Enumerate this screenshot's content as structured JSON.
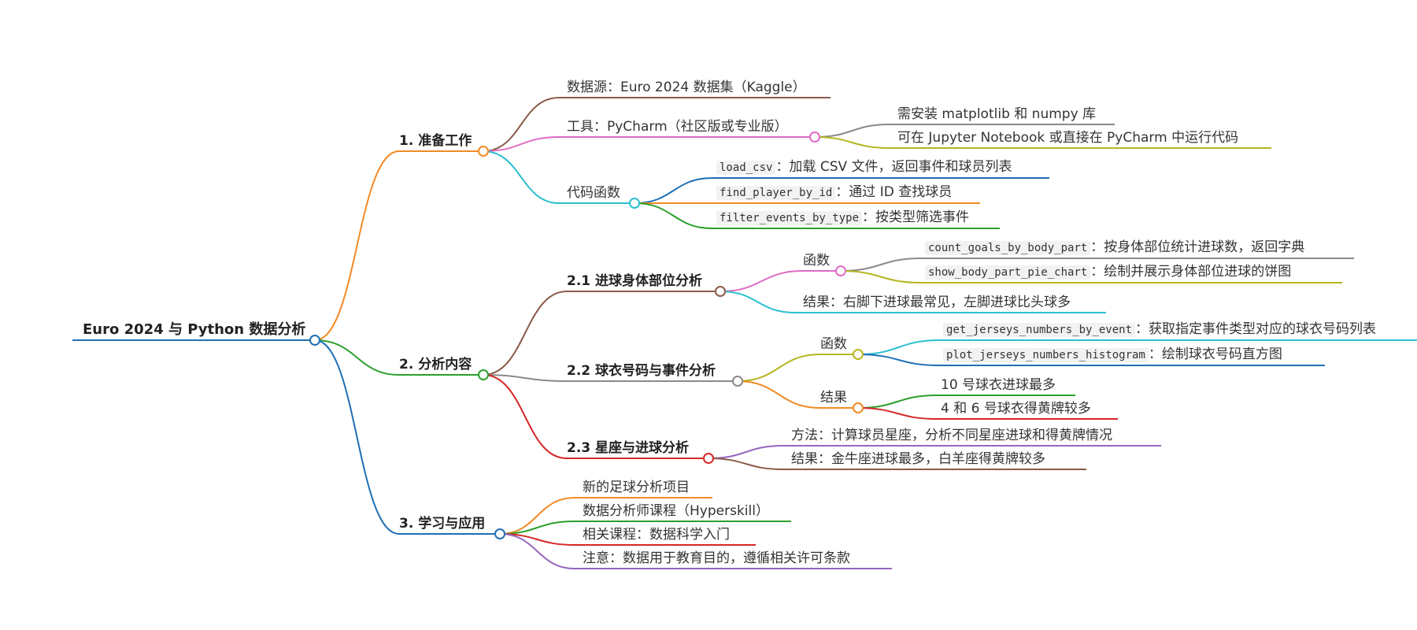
{
  "root": {
    "id": "root",
    "text": "Euro 2024 与 Python 数据分析",
    "color": "#1f6fb5"
  },
  "branches": [
    {
      "id": "b1",
      "text": "1. 准备工作",
      "color": "#f28a24",
      "children": [
        {
          "id": "b1c1",
          "text": "数据源：Euro 2024 数据集（Kaggle）",
          "color": "#8b5a4a"
        },
        {
          "id": "b1c2",
          "text": "工具：PyCharm（社区版或专业版）",
          "color": "#e06bc4",
          "children": [
            {
              "id": "b1c2a",
              "text": "需安装 matplotlib 和 numpy 库",
              "color": "#8a8a8a"
            },
            {
              "id": "b1c2b",
              "text": "可在 Jupyter Notebook 或直接在 PyCharm 中运行代码",
              "color": "#b5b520"
            }
          ]
        },
        {
          "id": "b1c3",
          "text": "代码函数",
          "color": "#2bbfd0",
          "children": [
            {
              "id": "b1c3a",
              "code": "load_csv",
              "desc": "：加载 CSV 文件，返回事件和球员列表",
              "color": "#1f6fb5"
            },
            {
              "id": "b1c3b",
              "code": "find_player_by_id",
              "desc": "：通过 ID 查找球员",
              "color": "#f28a24"
            },
            {
              "id": "b1c3c",
              "code": "filter_events_by_type",
              "desc": "：按类型筛选事件",
              "color": "#2ca02c"
            }
          ]
        }
      ]
    },
    {
      "id": "b2",
      "text": "2. 分析内容",
      "color": "#2ca02c",
      "children": [
        {
          "id": "b21",
          "text": "2.1 进球身体部位分析",
          "color": "#8b5a4a",
          "children": [
            {
              "id": "b21a",
              "text": "函数",
              "color": "#e06bc4",
              "children": [
                {
                  "id": "b21a1",
                  "code": "count_goals_by_body_part",
                  "desc": "：按身体部位统计进球数，返回字典",
                  "color": "#8a8a8a"
                },
                {
                  "id": "b21a2",
                  "code": "show_body_part_pie_chart",
                  "desc": "：绘制并展示身体部位进球的饼图",
                  "color": "#b5b520"
                }
              ]
            },
            {
              "id": "b21b",
              "text": "结果：右脚下进球最常见，左脚进球比头球多",
              "color": "#2bbfd0"
            }
          ]
        },
        {
          "id": "b22",
          "text": "2.2 球衣号码与事件分析",
          "color": "#8a8a8a",
          "children": [
            {
              "id": "b22a",
              "text": "函数",
              "color": "#b5b520",
              "children": [
                {
                  "id": "b22a1",
                  "code": "get_jerseys_numbers_by_event",
                  "desc": "：获取指定事件类型对应的球衣号码列表",
                  "color": "#2bbfd0"
                },
                {
                  "id": "b22a2",
                  "code": "plot_jerseys_numbers_histogram",
                  "desc": "：绘制球衣号码直方图",
                  "color": "#1f6fb5"
                }
              ]
            },
            {
              "id": "b22b",
              "text": "结果",
              "color": "#f28a24",
              "children": [
                {
                  "id": "b22b1",
                  "text": "10 号球衣进球最多",
                  "color": "#2ca02c"
                },
                {
                  "id": "b22b2",
                  "text": "4 和 6 号球衣得黄牌较多",
                  "color": "#d62728"
                }
              ]
            }
          ]
        },
        {
          "id": "b23",
          "text": "2.3 星座与进球分析",
          "color": "#d62728",
          "children": [
            {
              "id": "b23a",
              "text": "方法：计算球员星座，分析不同星座进球和得黄牌情况",
              "color": "#9467bd"
            },
            {
              "id": "b23b",
              "text": "结果：金牛座进球最多，白羊座得黄牌较多",
              "color": "#8b5a4a"
            }
          ]
        }
      ]
    },
    {
      "id": "b3",
      "text": "3. 学习与应用",
      "color": "#1f6fb5",
      "children": [
        {
          "id": "b3a",
          "text": "新的足球分析项目",
          "color": "#f28a24"
        },
        {
          "id": "b3b",
          "text": "数据分析师课程（Hyperskill）",
          "color": "#2ca02c"
        },
        {
          "id": "b3c",
          "text": "相关课程：数据科学入门",
          "color": "#d62728"
        },
        {
          "id": "b3d",
          "text": "注意：数据用于教育目的，遵循相关许可条款",
          "color": "#9467bd"
        }
      ]
    }
  ]
}
